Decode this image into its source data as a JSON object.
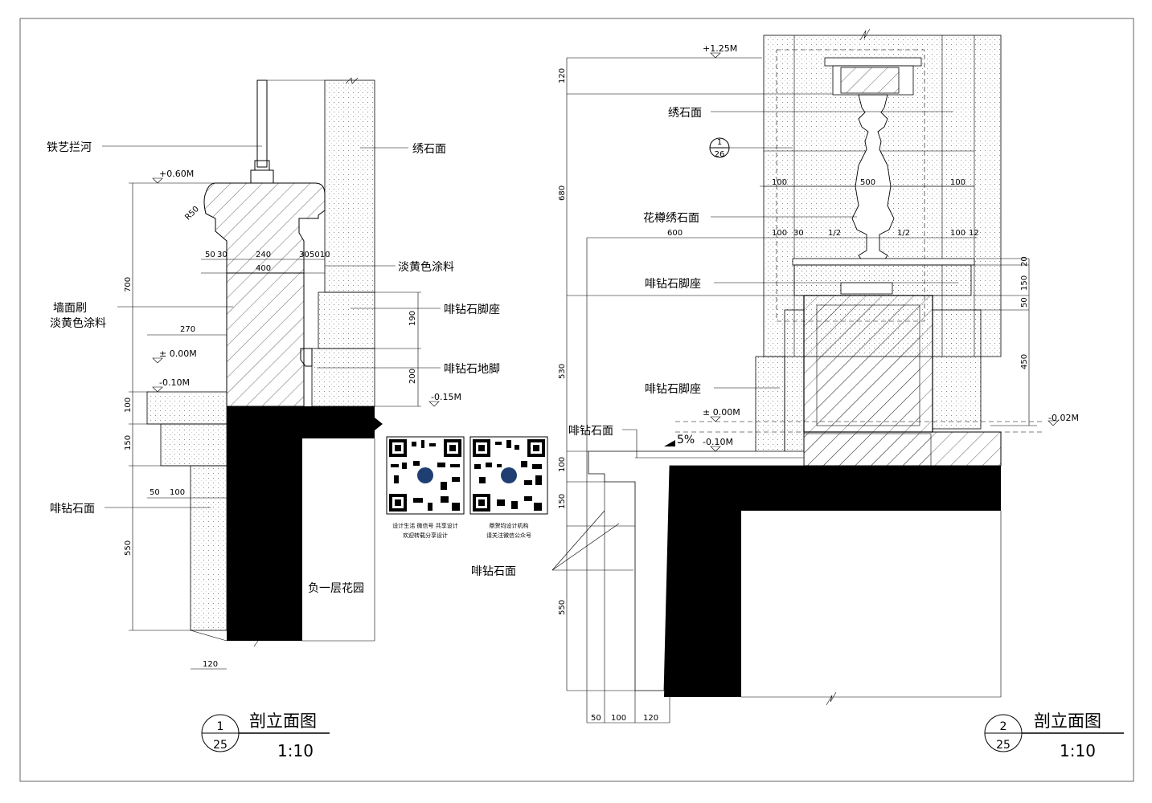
{
  "left_section": {
    "labels": {
      "railing": "铁艺拦河",
      "stone_face": "绣石面",
      "pale_yellow_paint": "淡黄色涂料",
      "wall_paint_line1": "墙面刷",
      "wall_paint_line2": "淡黄色涂料",
      "coffee_stone_base": "啡钻石脚座",
      "coffee_stone_skirting": "啡钻石地脚",
      "coffee_stone_face": "啡钻石面",
      "basement_garden": "负一层花园"
    },
    "levels": {
      "top": "+0.60M",
      "zero": "± 0.00M",
      "minus010": "-0.10M",
      "minus015": "-0.15M"
    },
    "dims": {
      "r50": "R50",
      "d50": "50",
      "d30a": "30",
      "d240": "240",
      "d30b": "30",
      "d5010": "5010",
      "d400": "400",
      "d700": "700",
      "d270": "270",
      "d190": "190",
      "d200": "200",
      "d100v": "100",
      "d150v": "150",
      "d50h": "50",
      "d100h": "100",
      "d550": "550",
      "d120": "120"
    },
    "title": {
      "index_top": "1",
      "index_bottom": "25",
      "name": "剖立面图",
      "scale": "1:10"
    }
  },
  "right_section": {
    "labels": {
      "stone_face": "绣石面",
      "baluster_stone": "花樽绣石面",
      "coffee_stone_base_upper": "啡钻石脚座",
      "coffee_stone_base_lower": "啡钻石脚座",
      "coffee_stone_face_top": "啡钻石面",
      "coffee_stone_face_bottom": "啡钻石面"
    },
    "callout": {
      "top": "1",
      "bottom": "26"
    },
    "levels": {
      "top": "+1.25M",
      "zero": "± 0.00M",
      "minus010": "-0.10M",
      "minus002": "-0.02M",
      "slope": "5%"
    },
    "dims": {
      "d120v": "120",
      "d680": "680",
      "d530": "530",
      "d100v": "100",
      "d150v": "150",
      "d550v": "550",
      "d100a": "100",
      "d500": "500",
      "d100b": "100",
      "d600": "600",
      "d100c": "100",
      "d30": "30",
      "half1": "1/2",
      "half2": "1/2",
      "d100d": "100",
      "d12": "12",
      "d20": "20",
      "d150r": "150",
      "d50r": "50",
      "d450": "450",
      "d50h": "50",
      "d100h": "100",
      "d120h": "120"
    },
    "title": {
      "index_top": "2",
      "index_bottom": "25",
      "name": "剖立面图",
      "scale": "1:10"
    }
  },
  "qr": {
    "left_line1": "设计生活  微信号  共享设计",
    "left_line2": "欢迎转载分享设计",
    "right_line1": "鼎贺钧设计机构",
    "right_line2": "请关注微信公众号"
  }
}
